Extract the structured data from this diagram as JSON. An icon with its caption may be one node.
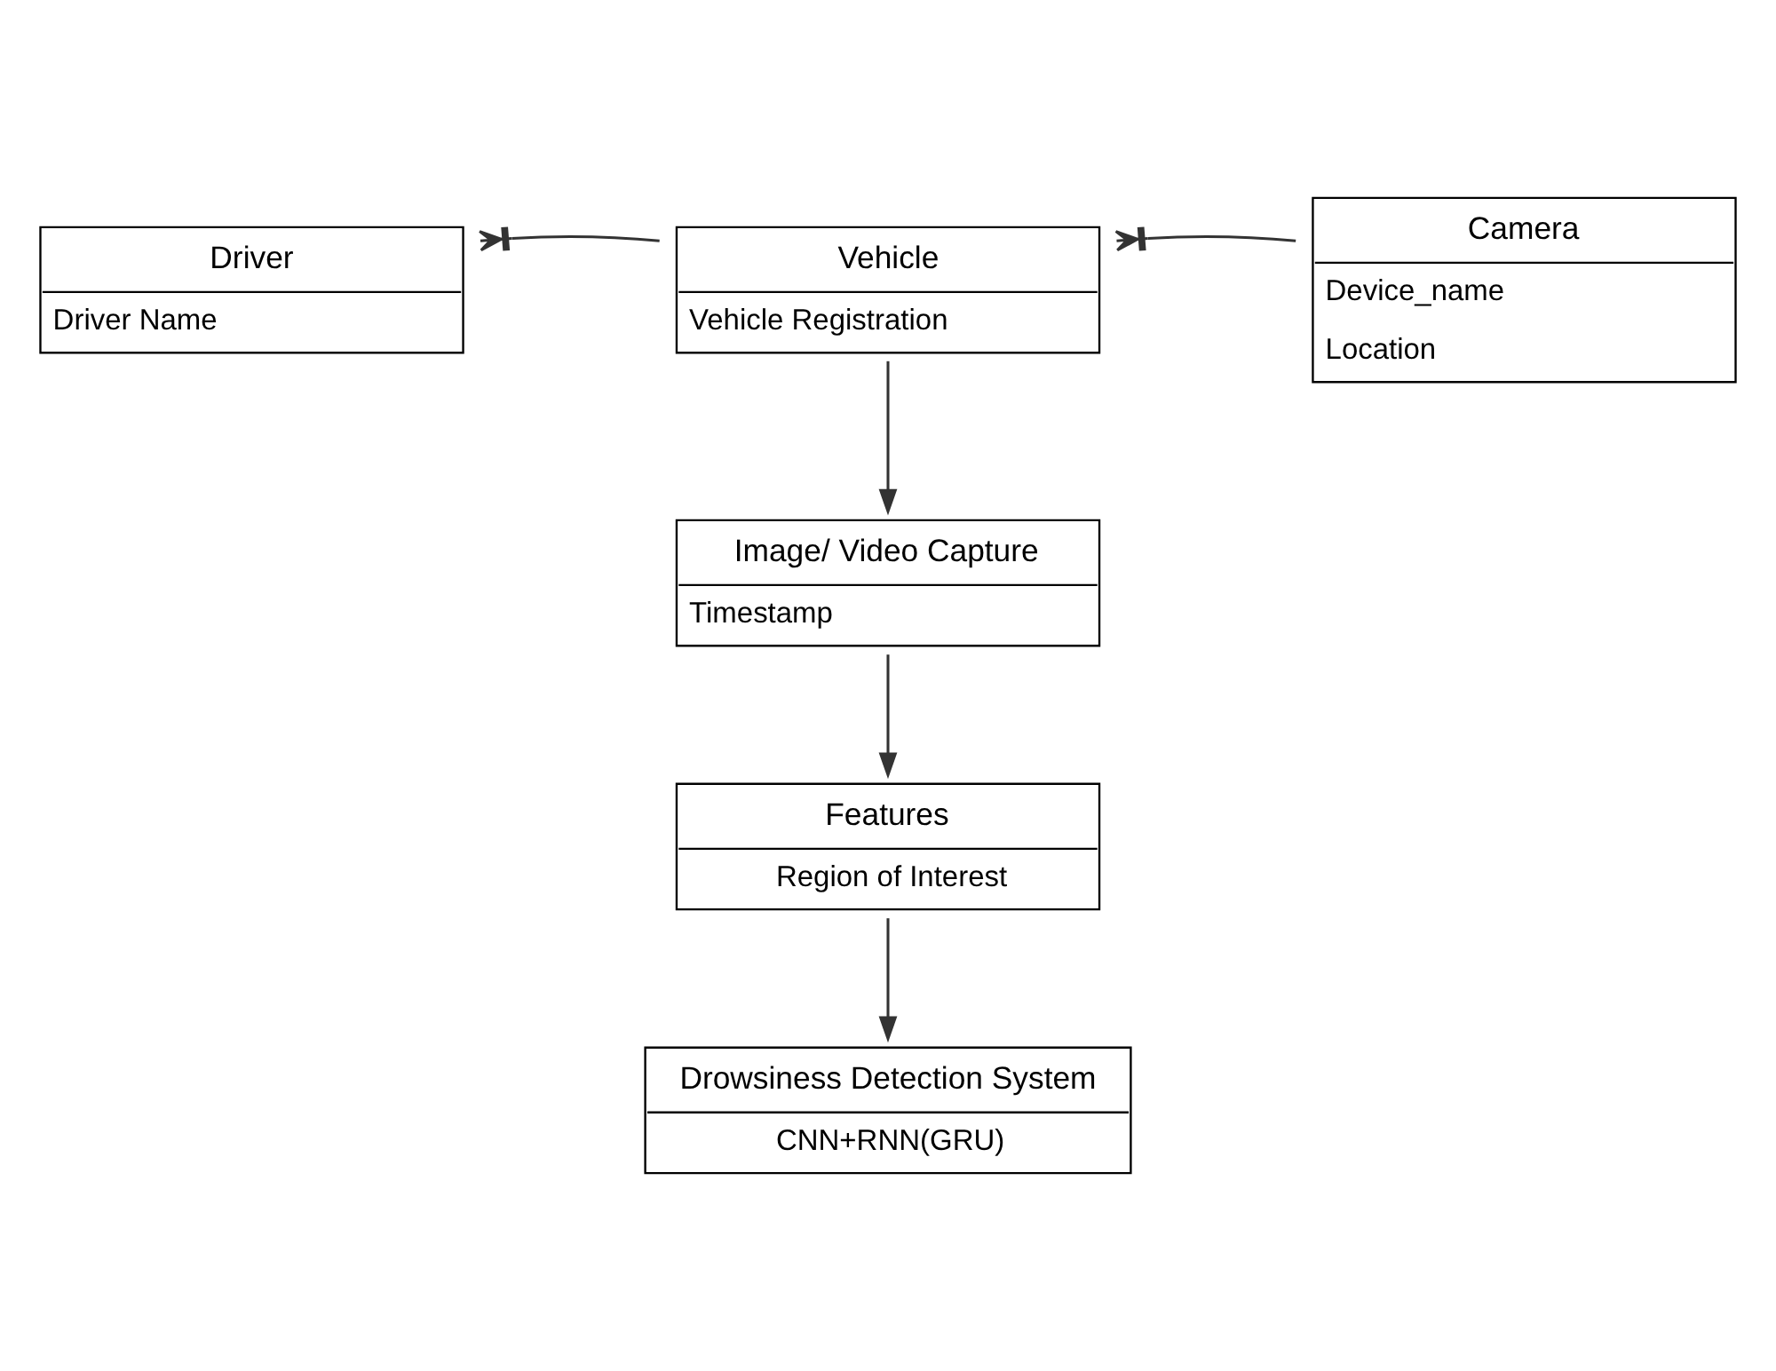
{
  "diagram": {
    "nodes": [
      {
        "text": [
          "Driver",
          "Driver Name"
        ]
      },
      {
        "text": [
          "Vehicle",
          "Vehicle Registration"
        ]
      },
      {
        "text": [
          "Camera",
          "Device_name",
          "Location"
        ]
      },
      {
        "text": [
          "Image/ Video Capture",
          "Timestamp"
        ]
      },
      {
        "text": [
          "Features",
          "Region of Interest"
        ]
      },
      {
        "text": [
          "Drowsiness Detection System",
          "CNN+RNN(GRU)"
        ]
      }
    ],
    "edges": [
      {
        "from": 1,
        "to": 0,
        "arrow": "other"
      },
      {
        "from": 2,
        "to": 1,
        "arrow": "other"
      },
      {
        "from": 1,
        "to": 3,
        "arrow": "to"
      },
      {
        "from": 3,
        "to": 4,
        "arrow": "to"
      },
      {
        "from": 4,
        "to": 5,
        "arrow": "to"
      }
    ]
  }
}
